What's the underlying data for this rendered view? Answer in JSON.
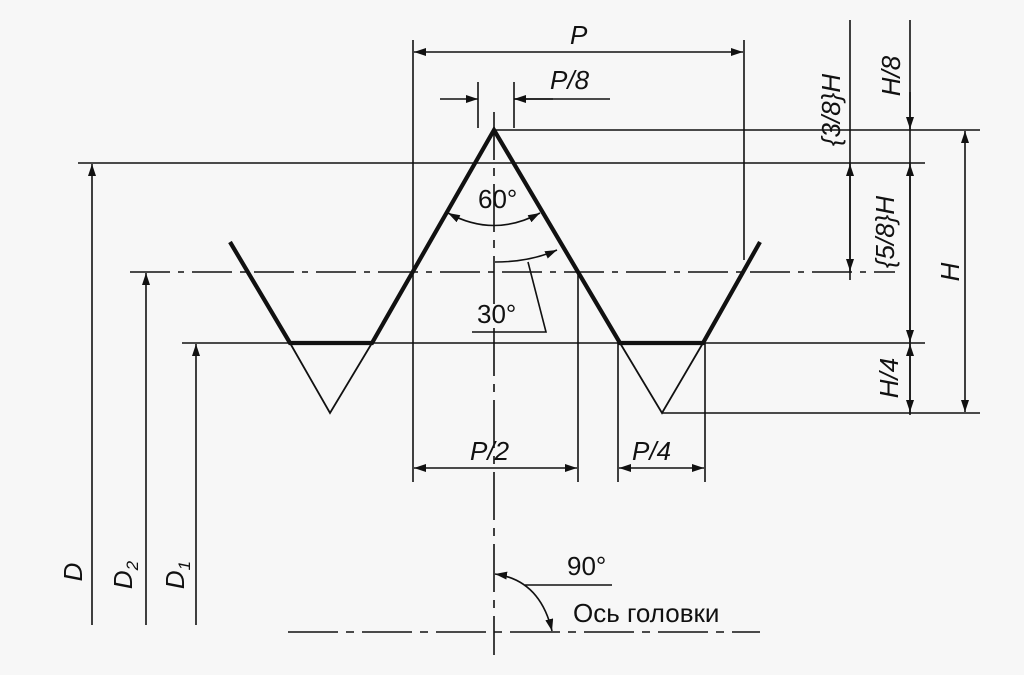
{
  "labels": {
    "pitch": "P",
    "pitch_eighth": "P/8",
    "pitch_half": "P/2",
    "pitch_quarter": "P/4",
    "angle_profile": "60°",
    "angle_half": "30°",
    "angle_right": "90°",
    "three_eighths_h": "{3/8}H",
    "five_eighths_h": "{5/8}H",
    "h_eighth": "H/8",
    "h_quarter": "H/4",
    "height": "H",
    "major_diameter": "D",
    "pitch_diameter_letter": "D",
    "pitch_diameter_sub": "2",
    "minor_diameter_letter": "D",
    "minor_diameter_sub": "1",
    "axis_caption": "Ось головки"
  },
  "colors": {
    "line": "#111111",
    "background": "#f7f7f7"
  }
}
